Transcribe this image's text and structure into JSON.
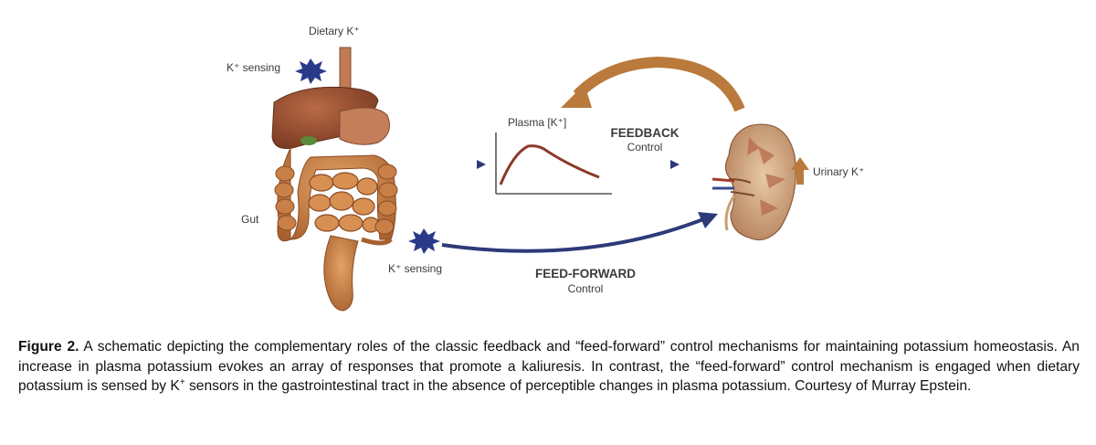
{
  "diagram": {
    "labels": {
      "dietary_k": "Dietary K⁺",
      "k_sensing_top": "K⁺ sensing",
      "gut": "Gut",
      "k_sensing_bottom": "K⁺ sensing",
      "plasma_k": "Plasma [K⁺]",
      "feedback_title": "FEEDBACK",
      "feedback_sub": "Control",
      "feedforward_title": "FEED-FORWARD",
      "feedforward_sub": "Control",
      "urinary_k": "Urinary K⁺"
    },
    "colors": {
      "arrow_navy": "#2e3a78",
      "arrow_orange": "#b97a3c",
      "sensor_star": "#2a3a8a",
      "plasma_curve": "#8c3a2a",
      "organ_brown": "#a0582e",
      "kidney_tan": "#c89a70"
    }
  },
  "caption": {
    "label": "Figure 2.",
    "text_part1": "A schematic depicting the complementary roles of the classic feedback and “feed-forward” control mechanisms for maintaining potassium homeostasis. An increase in plasma potassium evokes an array of responses that promote a kaliuresis. In contrast, the “feed-forward” control mechanism is engaged when dietary potassium is sensed by K",
    "superscript": "+",
    "text_part2": " sensors in the gastrointestinal tract in the absence of perceptible changes in plasma potassium. Courtesy of Murray Epstein."
  }
}
